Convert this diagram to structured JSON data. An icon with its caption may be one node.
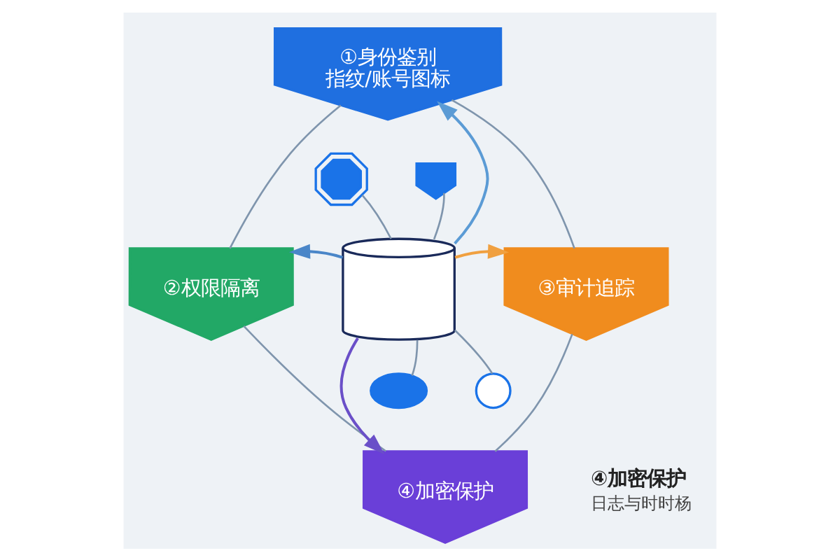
{
  "diagram": {
    "nodes": [
      {
        "text": [
          "①身份鉴别",
          "指纹/账号图标"
        ]
      },
      {
        "text": [],
        "shape": "gear"
      },
      {
        "text": [],
        "shape": "shield"
      },
      {
        "text": [
          "②权限隔离"
        ]
      },
      {
        "text": [],
        "shape": "cylinder"
      },
      {
        "text": [
          "③审计追踪"
        ]
      },
      {
        "text": [],
        "shape": "cloud"
      },
      {
        "text": [],
        "shape": "magnifier"
      },
      {
        "text": [
          "④加密保护"
        ],
        "beside": [
          "④加密保护",
          "日志与时时杨"
        ]
      }
    ],
    "edges": [
      {
        "from": 4,
        "to": 0,
        "arrow": "to",
        "color": "#5b9bd5"
      },
      {
        "from": 4,
        "to": 3,
        "arrow": "to",
        "color": "#4a86c8"
      },
      {
        "from": 4,
        "to": 5,
        "arrow": "to",
        "color": "#f0a040"
      },
      {
        "from": 4,
        "to": 8,
        "arrow": "to",
        "color": "#6a4fc8"
      },
      {
        "from": 4,
        "to": 1,
        "arrow": "none"
      },
      {
        "from": 4,
        "to": 2,
        "arrow": "none"
      },
      {
        "from": 4,
        "to": 6,
        "arrow": "none"
      },
      {
        "from": 4,
        "to": 7,
        "arrow": "none"
      },
      {
        "from": 0,
        "to": 3,
        "arrow": "none"
      },
      {
        "from": 0,
        "to": 5,
        "arrow": "none"
      },
      {
        "from": 3,
        "to": 8,
        "arrow": "none"
      },
      {
        "from": 5,
        "to": 8,
        "arrow": "none"
      }
    ]
  }
}
